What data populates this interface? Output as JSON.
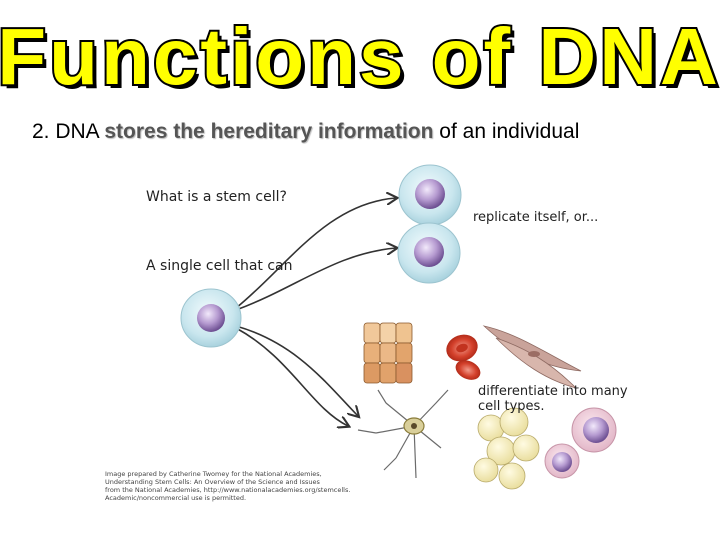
{
  "slide": {
    "title": "Functions of DNA",
    "bullet": {
      "prefix": "2. DNA ",
      "highlight": "stores the hereditary information",
      "suffix": " of an individual"
    }
  },
  "figure": {
    "question": "What is a stem cell?",
    "single_cell": "A single cell that can",
    "replicate": "replicate itself, or...",
    "differentiate_line1": "differentiate into many",
    "differentiate_line2": "cell types.",
    "credit": [
      "Image prepared by Catherine Twomey for the National Academies,",
      "Understanding Stem Cells: An Overview of the Science and Issues",
      "from the National Academies, http://www.nationalacademies.org/stemcells.",
      "Academic/noncommercial use is permitted."
    ]
  },
  "colors": {
    "title_fill": "#ffff00",
    "title_stroke": "#000000",
    "highlight_text": "#555555",
    "nucleus": "#8e6fb0",
    "cell_body": "#c9e6ee"
  }
}
